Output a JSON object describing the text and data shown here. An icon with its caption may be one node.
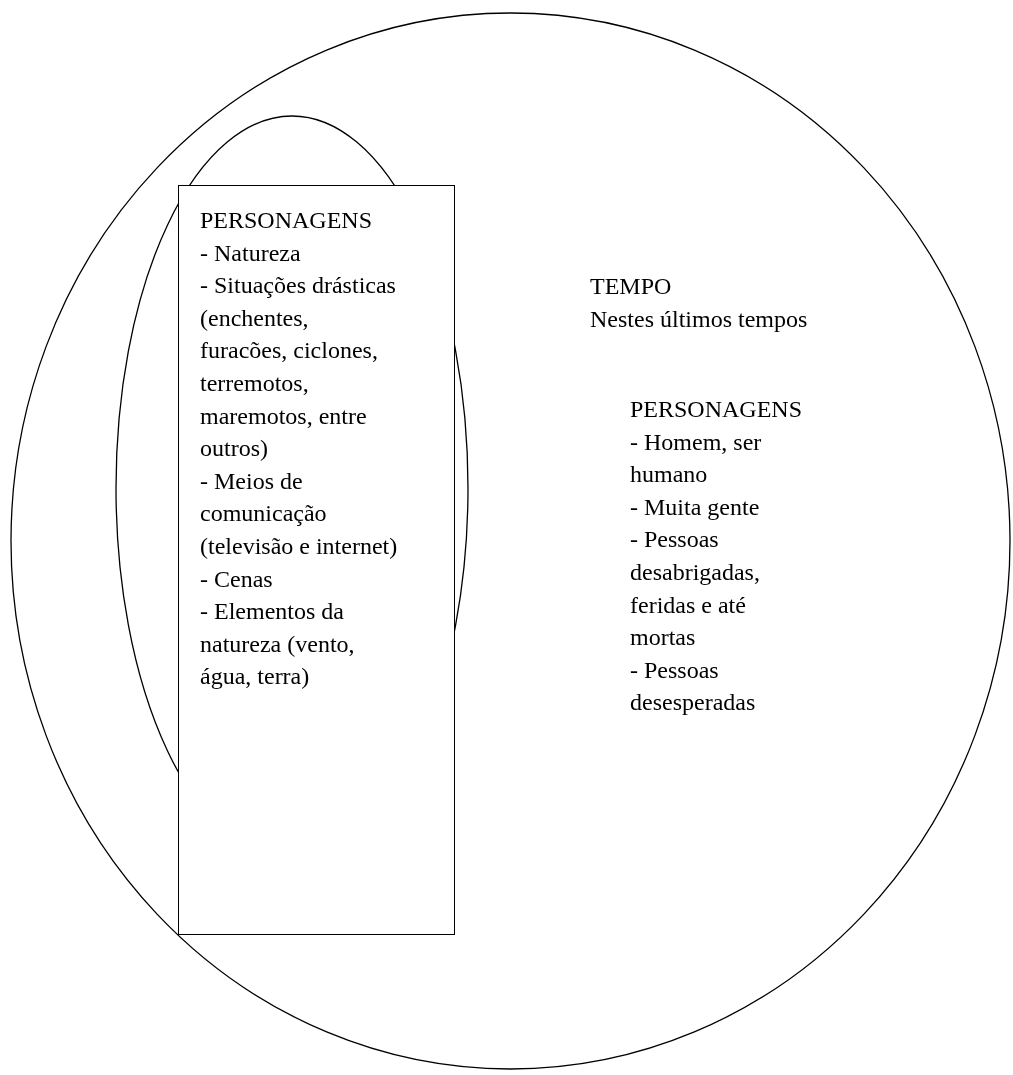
{
  "diagram": {
    "nodes": [
      {
        "text": [
          "TEMPO",
          "Nestes últimos tempos",
          "PERSONAGENS",
          "- Homem, ser humano",
          "- Muita gente",
          "- Pessoas desabrigadas, feridas e até mortas",
          "- Pessoas desesperadas"
        ]
      },
      {
        "text": [],
        "shape": "ellipse",
        "in": 0
      },
      {
        "text": [
          "PERSONAGENS",
          "- Natureza",
          "- Situações drásticas (enchentes, furacões, ciclones, terremotos, maremotos, entre outros)",
          "- Meios de comunicação (televisão e internet)",
          "- Cenas",
          "- Elementos da natureza (vento, água, terra)"
        ],
        "in": 0
      }
    ]
  }
}
